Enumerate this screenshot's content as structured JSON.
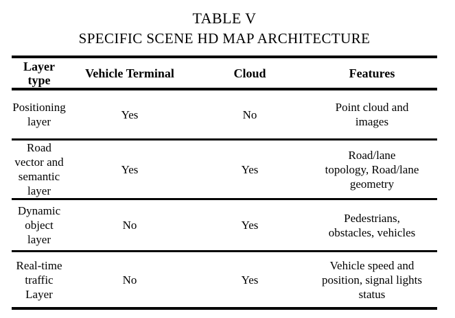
{
  "page": {
    "background_color": "#ffffff",
    "text_color": "#000000"
  },
  "caption": {
    "number": "TABLE V",
    "title": "SPECIFIC SCENE HD MAP ARCHITECTURE"
  },
  "table": {
    "columns": [
      {
        "key": "layer_type",
        "label": "Layer\ntype"
      },
      {
        "key": "vehicle_terminal",
        "label": "Vehicle Terminal"
      },
      {
        "key": "cloud",
        "label": "Cloud"
      },
      {
        "key": "features",
        "label": "Features"
      }
    ],
    "rows": [
      {
        "layer_type": "Positioning\nlayer",
        "vehicle_terminal": "Yes",
        "cloud": "No",
        "features": "Point cloud and\nimages"
      },
      {
        "layer_type": "Road\nvector and\nsemantic\nlayer",
        "vehicle_terminal": "Yes",
        "cloud": "Yes",
        "features": "Road/lane\ntopology, Road/lane\ngeometry"
      },
      {
        "layer_type": "Dynamic\nobject\nlayer",
        "vehicle_terminal": "No",
        "cloud": "Yes",
        "features": "Pedestrians,\nobstacles, vehicles"
      },
      {
        "layer_type": "Real-time\ntraffic\nLayer",
        "vehicle_terminal": "No",
        "cloud": "Yes",
        "features": "Vehicle speed and\nposition, signal lights\nstatus"
      }
    ]
  }
}
